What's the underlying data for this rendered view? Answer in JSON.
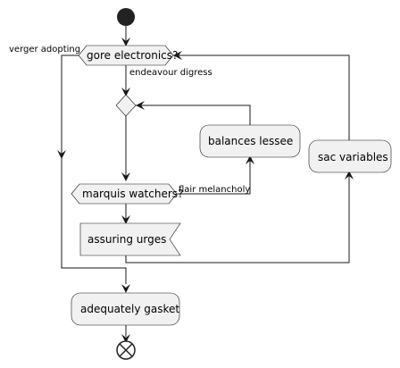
{
  "diagram": {
    "nodes": {
      "gore_electronics": "gore electronics?",
      "balances_lessee": "balances lessee",
      "sac_variables": "sac variables",
      "marquis_watchers": "marquis watchers?",
      "assuring_urges": "assuring urges",
      "adequately_gasket": "adequately gasket"
    },
    "edge_labels": {
      "verger_adopting": "verger adopting",
      "endeavour_digress": "endeavour digress",
      "flair_melancholy": "flair melancholy"
    }
  }
}
